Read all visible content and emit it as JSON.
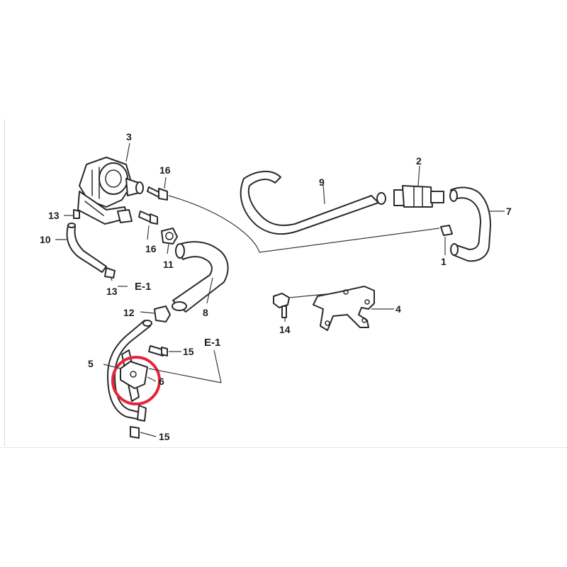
{
  "callouts": {
    "c1": "1",
    "c2": "2",
    "c3": "3",
    "c4": "4",
    "c5": "5",
    "c6": "6",
    "c7": "7",
    "c8": "8",
    "c9": "9",
    "c10": "10",
    "c11": "11",
    "c12": "12",
    "c13a": "13",
    "c13b": "13",
    "c14": "14",
    "c15a": "15",
    "c15b": "15",
    "c16a": "16",
    "c16b": "16"
  },
  "references": {
    "ref_upper": "E-1",
    "ref_lower": "E-1"
  },
  "highlight": {
    "color": "#e5253a",
    "target_part": "6"
  },
  "colors": {
    "line": "#2a2a2a",
    "background": "#ffffff"
  }
}
